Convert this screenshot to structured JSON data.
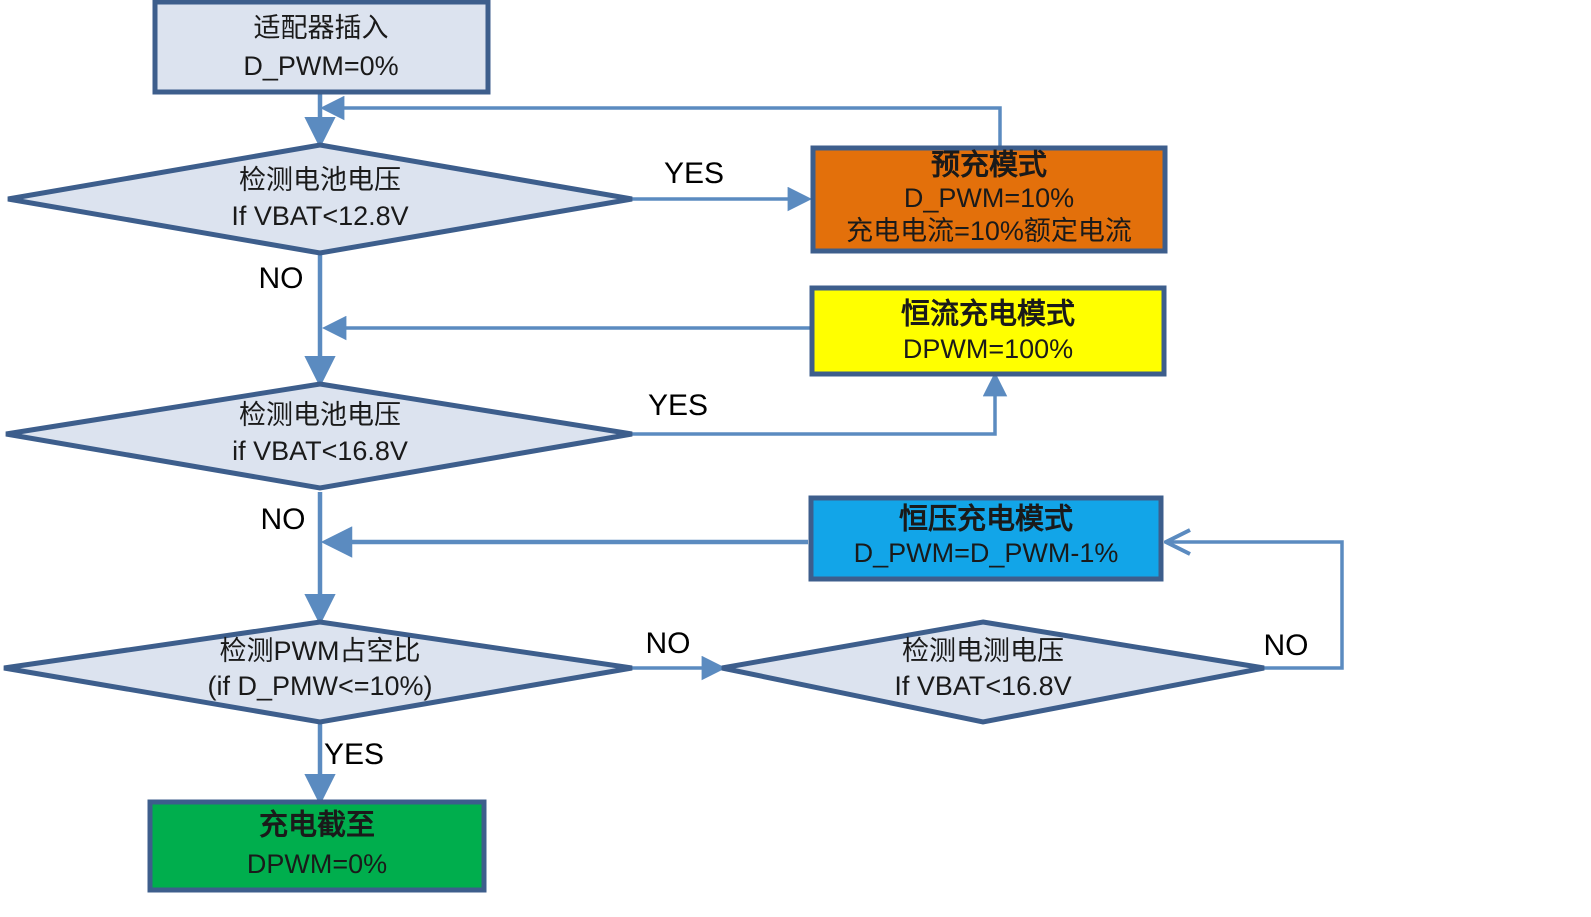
{
  "diagram": {
    "title": "Battery Charging Control Flowchart",
    "colors": {
      "diamond_fill": "#DCE3EF",
      "shape_border": "#3D5E8C",
      "connector": "#5B8BC0",
      "precharge_fill": "#E3700B",
      "constant_current_fill": "#FFFF00",
      "constant_voltage_fill": "#12A5E8",
      "charge_end_fill": "#00AE4D",
      "start_fill": "#DCE3EF"
    },
    "nodes": {
      "start": {
        "shape": "process",
        "line1": "适配器插入",
        "line2": "D_PWM=0%"
      },
      "decision1": {
        "shape": "decision",
        "line1": "检测电池电压",
        "line2": "If VBAT<12.8V"
      },
      "precharge": {
        "shape": "process",
        "line1": "预充模式",
        "line2": "D_PWM=10%",
        "line3": "充电电流=10%额定电流"
      },
      "decision2": {
        "shape": "decision",
        "line1": "检测电池电压",
        "line2": "if VBAT<16.8V"
      },
      "constant_current": {
        "shape": "process",
        "line1": "恒流充电模式",
        "line2": "DPWM=100%"
      },
      "constant_voltage": {
        "shape": "process",
        "line1": "恒压充电模式",
        "line2": "D_PWM=D_PWM-1%"
      },
      "decision3": {
        "shape": "decision",
        "line1": "检测PWM占空比",
        "line2": "(if D_PMW<=10%)"
      },
      "decision4": {
        "shape": "decision",
        "line1": "检测电测电压",
        "line2": "If VBAT<16.8V"
      },
      "charge_end": {
        "shape": "process",
        "line1": "充电截至",
        "line2": "DPWM=0%"
      }
    },
    "edge_labels": {
      "yes1": "YES",
      "no1": "NO",
      "yes2": "YES",
      "no2": "NO",
      "no3": "NO",
      "yes3": "YES",
      "no4": "NO"
    }
  }
}
